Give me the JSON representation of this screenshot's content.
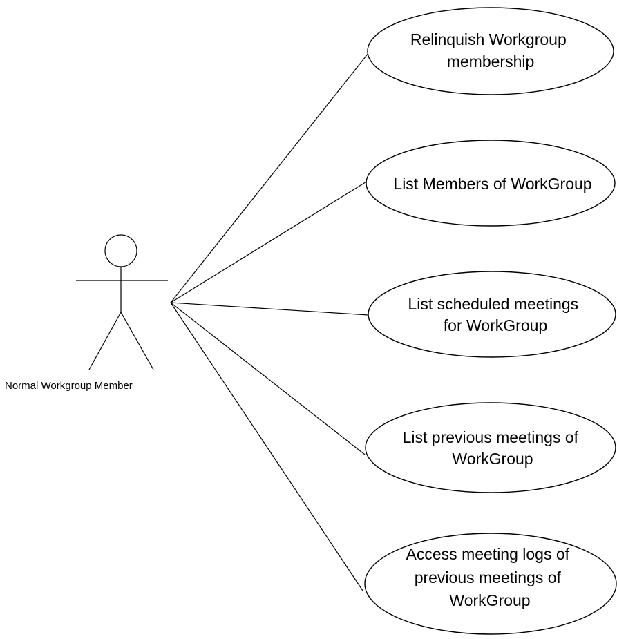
{
  "actor": {
    "name": "Normal Workgroup Member"
  },
  "use_cases": [
    {
      "id": "relinquish",
      "lines": [
        "Relinquish Workgroup",
        "membership"
      ]
    },
    {
      "id": "list-members",
      "lines": [
        "List Members of WorkGroup"
      ]
    },
    {
      "id": "list-scheduled",
      "lines": [
        "List scheduled meetings",
        "for WorkGroup"
      ]
    },
    {
      "id": "list-previous",
      "lines": [
        "List previous meetings of",
        "WorkGroup"
      ]
    },
    {
      "id": "access-logs",
      "lines": [
        "Access meeting logs of",
        "previous meetings of",
        "WorkGroup"
      ]
    }
  ],
  "colors": {
    "stroke": "#000000",
    "background": "#ffffff"
  }
}
